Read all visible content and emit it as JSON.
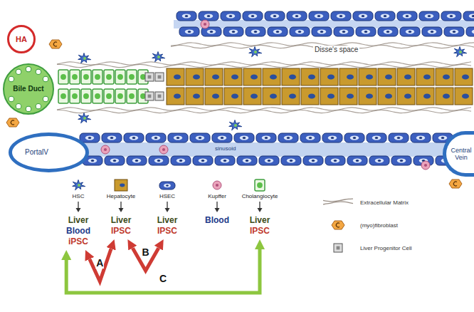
{
  "diagram": {
    "nodes": [
      {
        "text": [
          "HA"
        ]
      },
      {
        "text": [
          "Bile Duct"
        ]
      },
      {
        "text": [
          "PortalV"
        ]
      },
      {
        "text": [
          "Central Vein"
        ]
      },
      {
        "text": [
          "HSC",
          "Liver",
          "Blood",
          "iPSC"
        ]
      },
      {
        "text": [
          "Hepatocyte",
          "Liver",
          "IPSC"
        ]
      },
      {
        "text": [
          "HSEC",
          "Liver",
          "IPSC"
        ]
      },
      {
        "text": [
          "Kupffer",
          "Blood"
        ]
      },
      {
        "text": [
          "Cholangiocyte",
          "Liver",
          "IPSC"
        ]
      }
    ],
    "edges": [
      {
        "from": 4,
        "to": 5,
        "arrow": "both",
        "label": "A"
      },
      {
        "from": 5,
        "to": 6,
        "arrow": "both",
        "label": "B"
      },
      {
        "from": 4,
        "to": 8,
        "arrow": "both",
        "label": "C"
      }
    ],
    "labels": [
      "Disse's space",
      "sinusoid"
    ],
    "legend": [
      {
        "text": "Extracellular Matrix"
      },
      {
        "text": "(myo)fibroblast"
      },
      {
        "text": "Liver Progenitor Cell"
      }
    ]
  }
}
